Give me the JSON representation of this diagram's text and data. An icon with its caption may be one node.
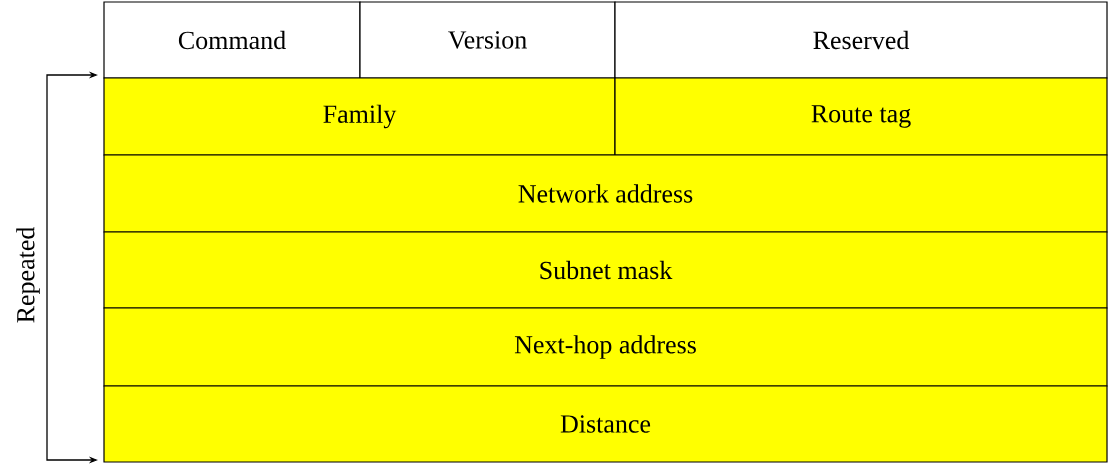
{
  "diagram": {
    "nodes": [
      {
        "text": [
          "Command"
        ]
      },
      {
        "text": [
          "Version"
        ]
      },
      {
        "text": [
          "Reserved"
        ]
      },
      {
        "text": [
          "Family"
        ]
      },
      {
        "text": [
          "Route tag"
        ]
      },
      {
        "text": [
          "Network address"
        ]
      },
      {
        "text": [
          "Subnet mask"
        ]
      },
      {
        "text": [
          "Next-hop address"
        ]
      },
      {
        "text": [
          "Distance"
        ]
      }
    ],
    "labels": [
      "Repeated"
    ]
  }
}
